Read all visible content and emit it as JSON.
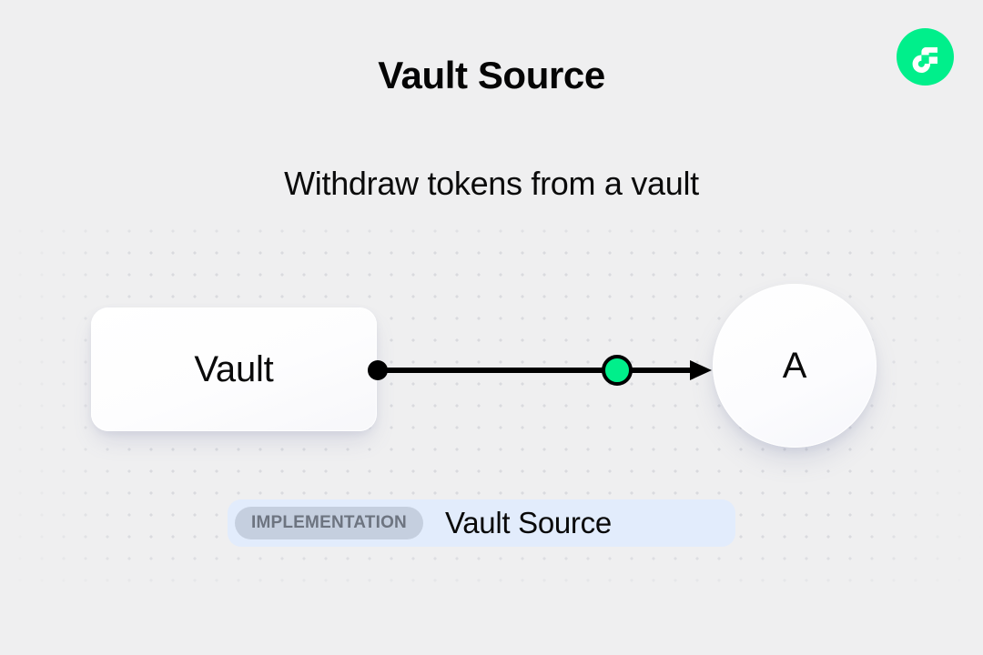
{
  "header": {
    "title": "Vault Source",
    "subtitle": "Withdraw tokens from a vault"
  },
  "brand": {
    "logo_icon": "flow-logo-icon",
    "logo_bg_color": "#00ef8b",
    "logo_mark_color": "#ffffff"
  },
  "diagram": {
    "nodes": [
      {
        "id": "vault",
        "label": "Vault",
        "shape": "rounded-rect"
      },
      {
        "id": "account",
        "label": "A",
        "shape": "circle"
      }
    ],
    "edge": {
      "source_handle_color": "#000000",
      "line_color": "#000000",
      "marker_color": "#00ef8b",
      "marker_stroke_color": "#000000",
      "arrow_color": "#000000"
    },
    "background": {
      "canvas_color": "#efeff0",
      "dot_color": "#d9dade"
    }
  },
  "badge": {
    "tag_label": "IMPLEMENTATION",
    "name": "Vault Source",
    "container_color": "#e2ecfc",
    "tag_color": "#c5cfdf",
    "tag_text_color": "#6d7480"
  }
}
